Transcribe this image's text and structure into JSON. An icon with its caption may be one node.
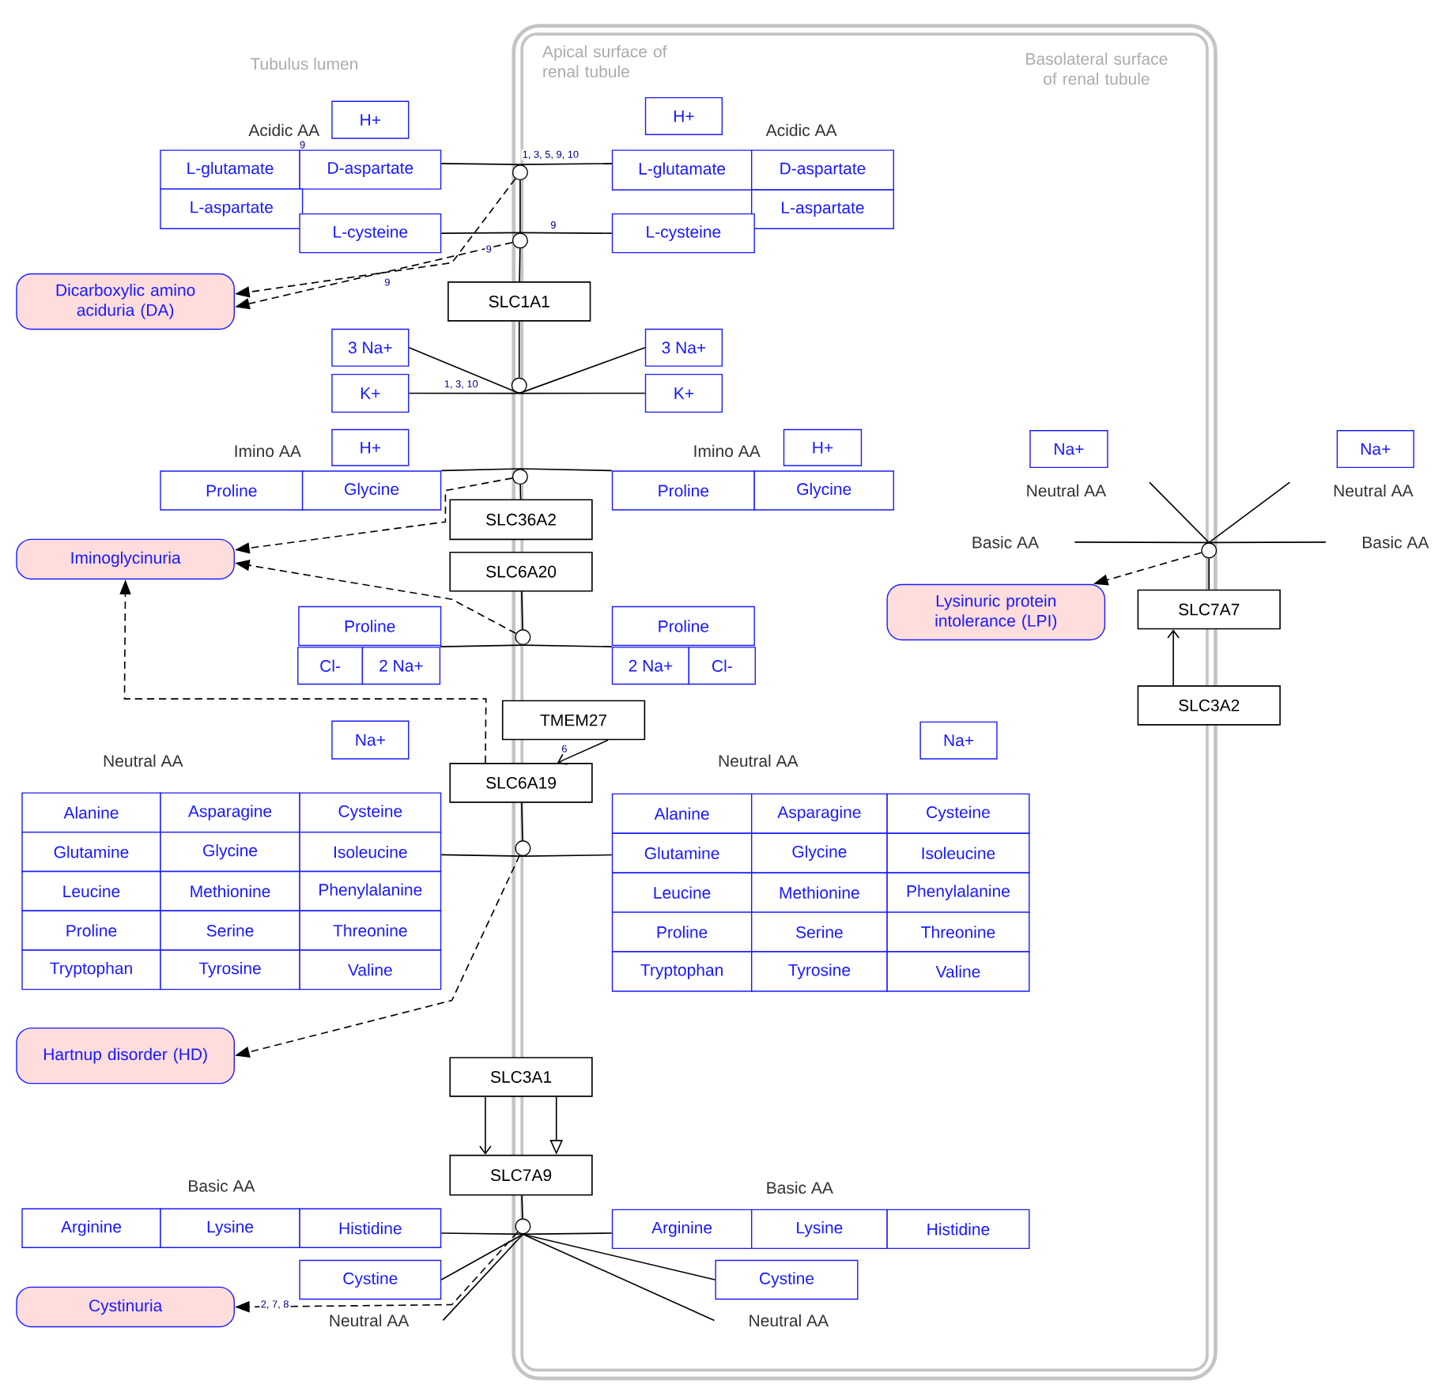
{
  "diagram": {
    "nodes": [
      {
        "text": [
          "H+"
        ]
      },
      {
        "text": [
          "L-glutamate"
        ]
      },
      {
        "text": [
          "D-aspartate"
        ]
      },
      {
        "text": [
          "L-aspartate"
        ]
      },
      {
        "text": [
          "L-cysteine"
        ]
      },
      {
        "text": [
          "H+"
        ]
      },
      {
        "text": [
          "L-glutamate"
        ]
      },
      {
        "text": [
          "D-aspartate"
        ]
      },
      {
        "text": [
          "L-aspartate"
        ]
      },
      {
        "text": [
          "L-cysteine"
        ]
      },
      {
        "text": [],
        "shape": "circle"
      },
      {
        "text": [],
        "shape": "circle"
      },
      {
        "text": [
          "SLC1A1"
        ]
      },
      {
        "text": [
          "Dicarboxylic amino aciduria (DA)"
        ]
      },
      {
        "text": [
          "3 Na+"
        ]
      },
      {
        "text": [
          "K+"
        ]
      },
      {
        "text": [
          "3 Na+"
        ]
      },
      {
        "text": [
          "K+"
        ]
      },
      {
        "text": [],
        "shape": "circle"
      },
      {
        "text": [
          "H+"
        ]
      },
      {
        "text": [
          "Proline"
        ]
      },
      {
        "text": [
          "Glycine"
        ]
      },
      {
        "text": [
          "H+"
        ]
      },
      {
        "text": [
          "Proline"
        ]
      },
      {
        "text": [
          "Glycine"
        ]
      },
      {
        "text": [],
        "shape": "circle"
      },
      {
        "text": [
          "SLC36A2"
        ]
      },
      {
        "text": [
          "Iminoglycinuria"
        ]
      },
      {
        "text": [
          "SLC6A20"
        ]
      },
      {
        "text": [
          "Proline"
        ]
      },
      {
        "text": [
          "Cl-"
        ]
      },
      {
        "text": [
          "2 Na+"
        ]
      },
      {
        "text": [
          "Proline"
        ]
      },
      {
        "text": [
          "2 Na+"
        ]
      },
      {
        "text": [
          "Cl-"
        ]
      },
      {
        "text": [],
        "shape": "circle"
      },
      {
        "text": [
          "TMEM27"
        ]
      },
      {
        "text": [
          "Na+"
        ]
      },
      {
        "text": [
          "Na+"
        ]
      },
      {
        "text": [
          "SLC6A19"
        ]
      },
      {
        "text": [
          "Alanine"
        ]
      },
      {
        "text": [
          "Asparagine"
        ]
      },
      {
        "text": [
          "Cysteine"
        ]
      },
      {
        "text": [
          "Glutamine"
        ]
      },
      {
        "text": [
          "Glycine"
        ]
      },
      {
        "text": [
          "Isoleucine"
        ]
      },
      {
        "text": [
          "Leucine"
        ]
      },
      {
        "text": [
          "Methionine"
        ]
      },
      {
        "text": [
          "Phenylalanine"
        ]
      },
      {
        "text": [
          "Proline"
        ]
      },
      {
        "text": [
          "Serine"
        ]
      },
      {
        "text": [
          "Threonine"
        ]
      },
      {
        "text": [
          "Tryptophan"
        ]
      },
      {
        "text": [
          "Tyrosine"
        ]
      },
      {
        "text": [
          "Valine"
        ]
      },
      {
        "text": [
          "Alanine"
        ]
      },
      {
        "text": [
          "Asparagine"
        ]
      },
      {
        "text": [
          "Cysteine"
        ]
      },
      {
        "text": [
          "Glutamine"
        ]
      },
      {
        "text": [
          "Glycine"
        ]
      },
      {
        "text": [
          "Isoleucine"
        ]
      },
      {
        "text": [
          "Leucine"
        ]
      },
      {
        "text": [
          "Methionine"
        ]
      },
      {
        "text": [
          "Phenylalanine"
        ]
      },
      {
        "text": [
          "Proline"
        ]
      },
      {
        "text": [
          "Serine"
        ]
      },
      {
        "text": [
          "Threonine"
        ]
      },
      {
        "text": [
          "Tryptophan"
        ]
      },
      {
        "text": [
          "Tyrosine"
        ]
      },
      {
        "text": [
          "Valine"
        ]
      },
      {
        "text": [],
        "shape": "circle"
      },
      {
        "text": [
          "Hartnup disorder (HD)"
        ]
      },
      {
        "text": [
          "SLC3A1"
        ]
      },
      {
        "text": [
          "SLC7A9"
        ]
      },
      {
        "text": [
          "Arginine"
        ]
      },
      {
        "text": [
          "Lysine"
        ]
      },
      {
        "text": [
          "Histidine"
        ]
      },
      {
        "text": [
          "Arginine"
        ]
      },
      {
        "text": [
          "Lysine"
        ]
      },
      {
        "text": [
          "Histidine"
        ]
      },
      {
        "text": [
          "Cystine"
        ]
      },
      {
        "text": [
          "Cystine"
        ]
      },
      {
        "text": [],
        "shape": "circle"
      },
      {
        "text": [
          "Cystinuria"
        ]
      },
      {
        "text": [
          "Neutral AA"
        ]
      },
      {
        "text": [
          "Neutral AA"
        ]
      },
      {
        "text": [
          "Na+"
        ]
      },
      {
        "text": [
          "Neutral AA"
        ]
      },
      {
        "text": [
          "Na+"
        ]
      },
      {
        "text": [
          "Neutral AA"
        ]
      },
      {
        "text": [
          "Basic AA"
        ]
      },
      {
        "text": [
          "Basic AA"
        ]
      },
      {
        "text": [],
        "shape": "circle"
      },
      {
        "text": [
          "Lysinuric protein intolerance (LPI)"
        ]
      },
      {
        "text": [
          "SLC7A7"
        ]
      },
      {
        "text": [
          "SLC3A2"
        ]
      }
    ],
    "edges": [
      {
        "from": 2,
        "to": 10,
        "arrow": "none"
      },
      {
        "from": 10,
        "to": 6,
        "arrow": "none",
        "label": "1, 3, 5, 9, 10"
      },
      {
        "from": 4,
        "to": 11,
        "arrow": "none"
      },
      {
        "from": 11,
        "to": 9,
        "arrow": "none",
        "label": "9"
      },
      {
        "from": 11,
        "to": 10,
        "arrow": "none"
      },
      {
        "from": 12,
        "to": 11,
        "arrow": "none"
      },
      {
        "from": 10,
        "to": 13,
        "arrow": "to",
        "style": "dashed",
        "label": "9"
      },
      {
        "from": 11,
        "to": 13,
        "arrow": "to",
        "style": "dashed",
        "label": "9"
      },
      {
        "from": 12,
        "to": 18,
        "arrow": "none"
      },
      {
        "from": 14,
        "to": 18,
        "arrow": "none"
      },
      {
        "from": 15,
        "to": 18,
        "arrow": "none",
        "label": "1, 3, 10"
      },
      {
        "from": 18,
        "to": 16,
        "arrow": "none"
      },
      {
        "from": 18,
        "to": 17,
        "arrow": "none"
      },
      {
        "from": 21,
        "to": 25,
        "arrow": "none"
      },
      {
        "from": 25,
        "to": 23,
        "arrow": "none"
      },
      {
        "from": 26,
        "to": 25,
        "arrow": "none"
      },
      {
        "from": 25,
        "to": 27,
        "arrow": "to",
        "style": "dashed"
      },
      {
        "from": 28,
        "to": 35,
        "arrow": "none"
      },
      {
        "from": 31,
        "to": 35,
        "arrow": "none"
      },
      {
        "from": 35,
        "to": 33,
        "arrow": "none"
      },
      {
        "from": 35,
        "to": 27,
        "arrow": "to",
        "style": "dashed"
      },
      {
        "from": 36,
        "to": 39,
        "arrow": "to",
        "label": "6"
      },
      {
        "from": 39,
        "to": 27,
        "arrow": "to",
        "style": "dashed"
      },
      {
        "from": 39,
        "to": 70,
        "arrow": "none"
      },
      {
        "from": 45,
        "to": 70,
        "arrow": "none"
      },
      {
        "from": 70,
        "to": 58,
        "arrow": "none"
      },
      {
        "from": 70,
        "to": 71,
        "arrow": "to",
        "style": "dashed"
      },
      {
        "from": 72,
        "to": 73,
        "arrow": "to"
      },
      {
        "from": 72,
        "to": 73,
        "arrow": "to"
      },
      {
        "from": 73,
        "to": 82,
        "arrow": "none"
      },
      {
        "from": 76,
        "to": 82,
        "arrow": "none"
      },
      {
        "from": 82,
        "to": 77,
        "arrow": "none"
      },
      {
        "from": 80,
        "to": 82,
        "arrow": "none"
      },
      {
        "from": 84,
        "to": 82,
        "arrow": "none"
      },
      {
        "from": 82,
        "to": 81,
        "arrow": "none"
      },
      {
        "from": 82,
        "to": 85,
        "arrow": "none"
      },
      {
        "from": 82,
        "to": 83,
        "arrow": "to",
        "style": "dashed",
        "label": "2, 7, 8"
      },
      {
        "from": 87,
        "to": 92,
        "arrow": "none"
      },
      {
        "from": 89,
        "to": 92,
        "arrow": "none"
      },
      {
        "from": 90,
        "to": 92,
        "arrow": "none"
      },
      {
        "from": 92,
        "to": 91,
        "arrow": "none"
      },
      {
        "from": 94,
        "to": 92,
        "arrow": "none"
      },
      {
        "from": 95,
        "to": 94,
        "arrow": "to"
      },
      {
        "from": 92,
        "to": 93,
        "arrow": "to",
        "style": "dashed"
      }
    ],
    "labels": [
      "Apical surface of renal tubule",
      "Basolateral surface of renal tubule",
      "Tubulus lumen",
      "Acidic AA",
      "Acidic AA",
      "9",
      "Imino AA",
      "Imino AA",
      "Neutral AA",
      "Neutral AA",
      "Basic AA",
      "Basic AA"
    ]
  }
}
